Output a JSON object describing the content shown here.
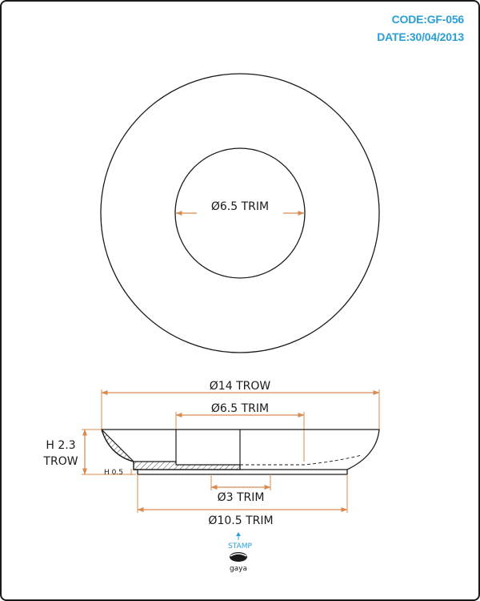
{
  "header": {
    "code": "CODE:GF-056",
    "date": "DATE:30/04/2013"
  },
  "top_view": {
    "inner_label": "Ø6.5 TRIM"
  },
  "section_view": {
    "outer_diameter_label": "Ø14 TROW",
    "inner_diameter_label": "Ø6.5 TRIM",
    "height_label_line1": "H 2.3",
    "height_label_line2": "TROW",
    "small_height_label": "H 0.5",
    "hole_label": "Ø3 TRIM",
    "base_label": "Ø10.5 TRIM"
  },
  "stamp": {
    "label": "STAMP",
    "brand": "gaya"
  },
  "colors": {
    "accent": "#2a9fd6",
    "dimension": "#d98a4e",
    "line": "#1a1a1a"
  }
}
